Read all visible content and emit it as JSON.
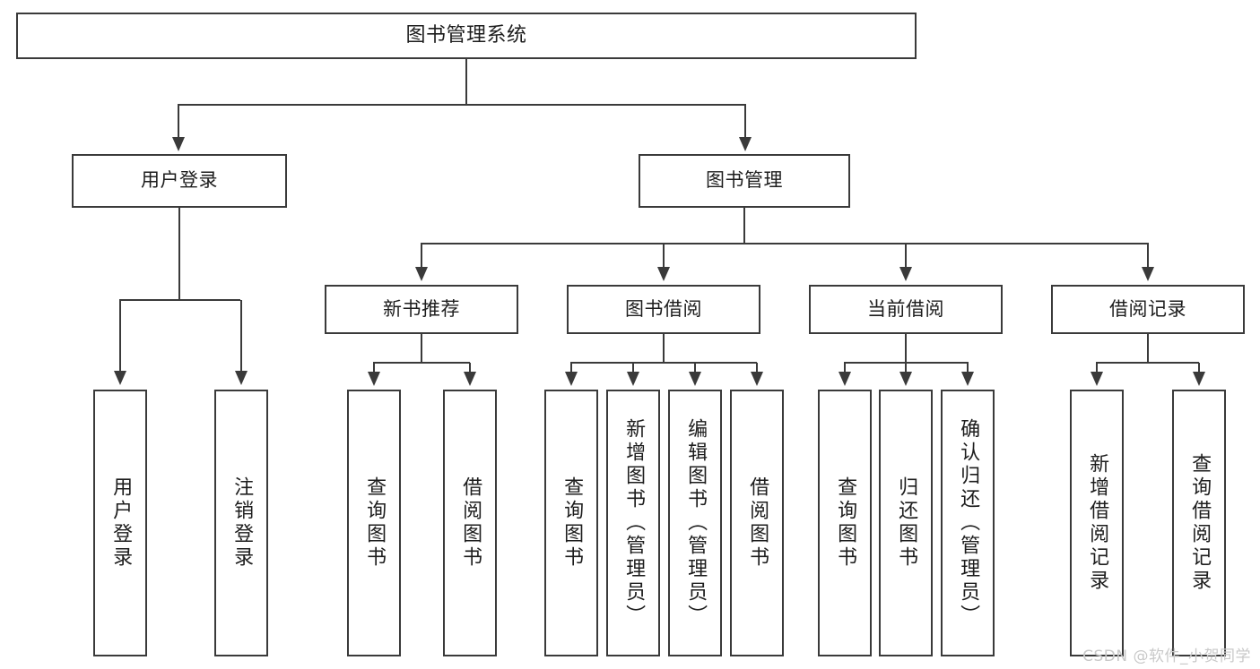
{
  "diagram": {
    "title": "图书管理系统",
    "type": "tree",
    "root": {
      "id": "root",
      "label": "图书管理系统",
      "orientation": "horizontal"
    },
    "level2": [
      {
        "id": "user-login",
        "label": "用户登录",
        "orientation": "horizontal"
      },
      {
        "id": "book-manage",
        "label": "图书管理",
        "orientation": "horizontal"
      }
    ],
    "level3": [
      {
        "id": "new-book-rec",
        "label": "新书推荐",
        "orientation": "horizontal"
      },
      {
        "id": "book-borrow",
        "label": "图书借阅",
        "orientation": "horizontal"
      },
      {
        "id": "current-borrow",
        "label": "当前借阅",
        "orientation": "horizontal"
      },
      {
        "id": "borrow-record",
        "label": "借阅记录",
        "orientation": "horizontal"
      }
    ],
    "leaves": [
      {
        "id": "leaf-user-login",
        "label": "用户登录",
        "parent": "user-login",
        "orientation": "vertical"
      },
      {
        "id": "leaf-user-logout",
        "label": "注销登录",
        "parent": "user-login",
        "orientation": "vertical"
      },
      {
        "id": "leaf-query-book-1",
        "label": "查询图书",
        "parent": "new-book-rec",
        "orientation": "vertical"
      },
      {
        "id": "leaf-borrow-book-1",
        "label": "借阅图书",
        "parent": "new-book-rec",
        "orientation": "vertical"
      },
      {
        "id": "leaf-query-book-2",
        "label": "查询图书",
        "parent": "book-borrow",
        "orientation": "vertical"
      },
      {
        "id": "leaf-add-book",
        "label": "新增图书（管理员）",
        "parent": "book-borrow",
        "orientation": "vertical"
      },
      {
        "id": "leaf-edit-book",
        "label": "编辑图书（管理员）",
        "parent": "book-borrow",
        "orientation": "vertical"
      },
      {
        "id": "leaf-borrow-book-2",
        "label": "借阅图书",
        "parent": "book-borrow",
        "orientation": "vertical"
      },
      {
        "id": "leaf-query-book-3",
        "label": "查询图书",
        "parent": "current-borrow",
        "orientation": "vertical"
      },
      {
        "id": "leaf-return-book",
        "label": "归还图书",
        "parent": "current-borrow",
        "orientation": "vertical"
      },
      {
        "id": "leaf-confirm-return",
        "label": "确认归还（管理员）",
        "parent": "current-borrow",
        "orientation": "vertical"
      },
      {
        "id": "leaf-add-record",
        "label": "新增借阅记录",
        "parent": "borrow-record",
        "orientation": "vertical"
      },
      {
        "id": "leaf-query-record",
        "label": "查询借阅记录",
        "parent": "borrow-record",
        "orientation": "vertical"
      }
    ]
  },
  "watermark": {
    "text": "CSDN @软件_小贺同学"
  },
  "colors": {
    "stroke": "#3a3a3a",
    "fill": "#ffffff",
    "text": "#1d1d1d",
    "watermark": "#c9c9c9"
  }
}
